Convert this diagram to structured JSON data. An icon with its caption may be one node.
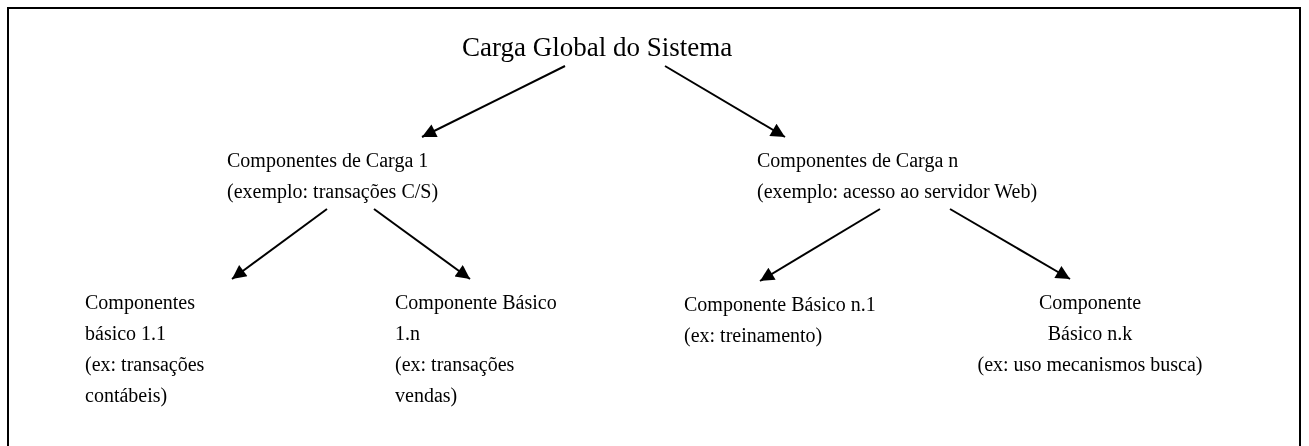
{
  "diagram": {
    "nodes": [
      {
        "text": [
          "Carga Global do Sistema"
        ]
      },
      {
        "text": [
          "Componentes de Carga 1",
          "(exemplo: transações C/S)"
        ]
      },
      {
        "text": [
          "Componentes de Carga n",
          "(exemplo: acesso ao servidor Web)"
        ]
      },
      {
        "text": [
          "Componentes básico 1.1",
          "(ex: transações contábeis)"
        ]
      },
      {
        "text": [
          "Componente Básico 1.n",
          "(ex: transações vendas)"
        ]
      },
      {
        "text": [
          "Componente Básico n.1",
          "(ex: treinamento)"
        ]
      },
      {
        "text": [
          "Componente Básico n.k",
          "(ex: uso mecanismos busca)"
        ]
      }
    ],
    "edges": [
      {
        "from": 0,
        "to": 1,
        "arrow": "to"
      },
      {
        "from": 0,
        "to": 2,
        "arrow": "to"
      },
      {
        "from": 1,
        "to": 3,
        "arrow": "to"
      },
      {
        "from": 1,
        "to": 4,
        "arrow": "to"
      },
      {
        "from": 2,
        "to": 5,
        "arrow": "to"
      },
      {
        "from": 2,
        "to": 6,
        "arrow": "to"
      }
    ]
  }
}
